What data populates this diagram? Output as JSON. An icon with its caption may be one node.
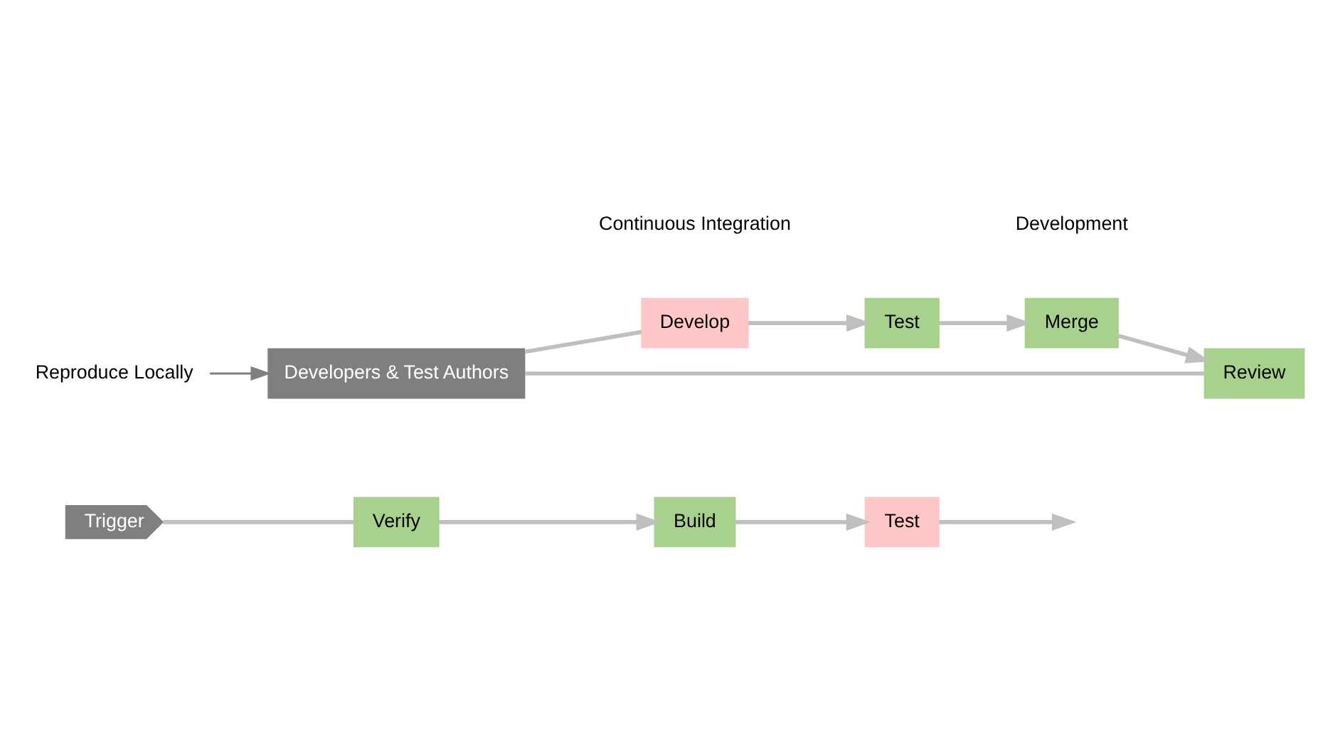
{
  "diagram": {
    "nodes": [
      {
        "text": [
          "Trigger"
        ]
      },
      {
        "text": [
          "Verify"
        ]
      },
      {
        "text": [
          "Build"
        ]
      },
      {
        "text": [
          "Test"
        ]
      },
      {
        "text": [
          "Reproduce Locally"
        ]
      },
      {
        "text": [
          "Developers & Test Authors"
        ]
      },
      {
        "text": [
          "Develop"
        ]
      },
      {
        "text": [
          "Test"
        ]
      },
      {
        "text": [
          "Merge"
        ]
      },
      {
        "text": [
          "Review"
        ]
      }
    ],
    "edges": [
      {
        "from": 0,
        "to": 1,
        "arrow": "none"
      },
      {
        "from": 1,
        "to": 2,
        "arrow": "to"
      },
      {
        "from": 2,
        "to": 3,
        "arrow": "to"
      },
      {
        "from": 3,
        "to": null,
        "arrow": "to"
      },
      {
        "from": 4,
        "to": 5,
        "arrow": "to",
        "color": "#7f7f7f"
      },
      {
        "from": 5,
        "to": 6,
        "arrow": "none"
      },
      {
        "from": 6,
        "to": 7,
        "arrow": "to"
      },
      {
        "from": 7,
        "to": 8,
        "arrow": "to"
      },
      {
        "from": 8,
        "to": 9,
        "arrow": "to"
      },
      {
        "from": 9,
        "to": 5,
        "arrow": "none"
      }
    ],
    "labels": [
      "Continuous Integration",
      "Development"
    ]
  }
}
